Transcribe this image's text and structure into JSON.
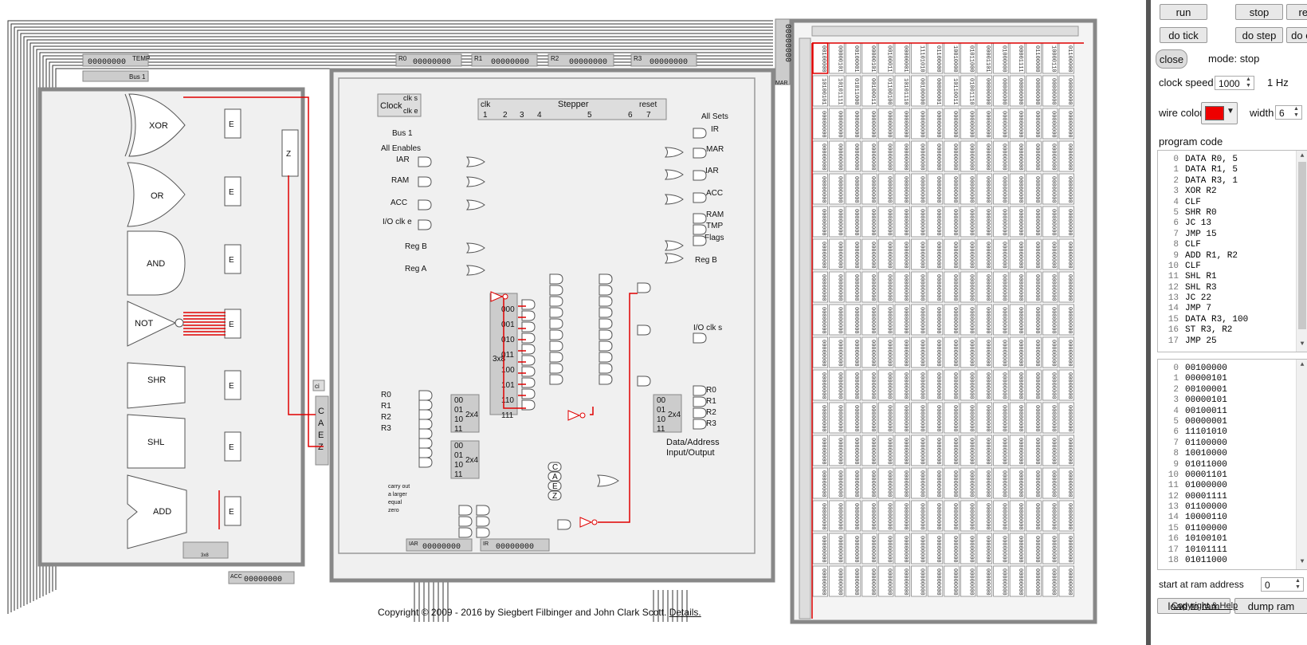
{
  "controls": {
    "run": "run",
    "stop": "stop",
    "reset": "reset",
    "do_tick": "do tick",
    "do_step": "do step",
    "do_cycle": "do cycle",
    "close": "close",
    "mode": "mode: stop",
    "clock_speed_label": "clock speed",
    "clock_speed_value": "1000",
    "clock_speed_unit": "1 Hz",
    "wire_color_label": "wire color",
    "wire_color": "#ee0000",
    "width_label": "width",
    "width_value": "6",
    "program_code_label": "program code",
    "start_address_label": "start at ram address",
    "start_address_value": "0",
    "load_to_ram": "load to ram",
    "dump_ram": "dump ram",
    "copyright_help": "Copyright & Help"
  },
  "program_code": [
    "DATA R0, 5",
    "DATA R1, 5",
    "DATA R3, 1",
    "XOR R2",
    "CLF",
    "SHR R0",
    "JC 13",
    "JMP 15",
    "CLF",
    "ADD R1, R2",
    "CLF",
    "SHL R1",
    "SHL R3",
    "JC 22",
    "JMP 7",
    "DATA R3, 100",
    "ST R3, R2",
    "JMP 25"
  ],
  "machine_code": [
    "00100000",
    "00000101",
    "00100001",
    "00000101",
    "00100011",
    "00000001",
    "11101010",
    "01100000",
    "10010000",
    "01011000",
    "00001101",
    "01000000",
    "00001111",
    "01100000",
    "10000110",
    "01100000",
    "10100101",
    "10101111",
    "01011000"
  ],
  "registers": {
    "temp_label": "TEMP",
    "temp": "00000000",
    "bus1_label": "Bus 1",
    "r0_label": "R0",
    "r0": "00000000",
    "r1_label": "R1",
    "r1": "00000000",
    "r2_label": "R2",
    "r2": "00000000",
    "r3_label": "R3",
    "r3": "00000000",
    "mar_label": "MAR",
    "mar": "00000000",
    "acc_label": "ACC",
    "acc": "00000000",
    "iar_label": "IAR",
    "iar": "00000000",
    "ir_label": "IR",
    "ir": "00000000"
  },
  "alu": {
    "gates": [
      "XOR",
      "OR",
      "AND",
      "NOT",
      "SHR",
      "SHL",
      "ADD"
    ],
    "enable": "E",
    "z": "Z",
    "ci": "ci",
    "cmp_label": "3x8",
    "flags": [
      "C",
      "A",
      "E",
      "Z"
    ],
    "flag_outputs": [
      "carry out",
      "a larger",
      "equal",
      "zero"
    ]
  },
  "control": {
    "clock": "Clock",
    "clk_s": "clk s",
    "clk_e": "clk e",
    "stepper": "Stepper",
    "stepper_clk": "clk",
    "stepper_reset": "reset",
    "steps": [
      "1",
      "2",
      "3",
      "4",
      "5",
      "6",
      "7"
    ],
    "left_labels": [
      "Bus 1",
      "All Enables",
      "IAR",
      "RAM",
      "ACC",
      "I/O clk e",
      "Reg B",
      "Reg A"
    ],
    "right_labels": [
      "All Sets",
      "IR",
      "MAR",
      "IAR",
      "ACC",
      "RAM",
      "TMP",
      "Flags",
      "Reg B",
      "I/O clk s"
    ],
    "reg_in": [
      "R0",
      "R1",
      "R2",
      "R3"
    ],
    "reg_out": [
      "R0",
      "R1",
      "R2",
      "R3"
    ],
    "decoder_codes": [
      "00",
      "01",
      "10",
      "11"
    ],
    "decoder_label": "2x4",
    "dec38_codes": [
      "000",
      "001",
      "010",
      "011",
      "100",
      "101",
      "110",
      "111"
    ],
    "dec38_label": "3x8",
    "io_label_1": "Data/Address",
    "io_label_2": "Input/Output"
  },
  "ram": [
    [
      "00100000",
      "00000101",
      "00100001",
      "00000101",
      "00100011",
      "00000001",
      "11101010",
      "01100000",
      "10010000",
      "01011000",
      "00001101",
      "01000000",
      "00001111",
      "01100000",
      "10000110",
      "01100000"
    ],
    [
      "10100101",
      "10101111",
      "01011000",
      "00100011",
      "01100100",
      "10101110",
      "00100000",
      "00000001",
      "10110011",
      "01001110",
      "00000000",
      "00000000",
      "00000000",
      "00000000",
      "00000000",
      "00000000"
    ]
  ],
  "ram_empty": "00000000",
  "copyright": "Copyright © 2009 - 2016 by Siegbert Filbinger and John Clark Scott.",
  "details": "Details."
}
